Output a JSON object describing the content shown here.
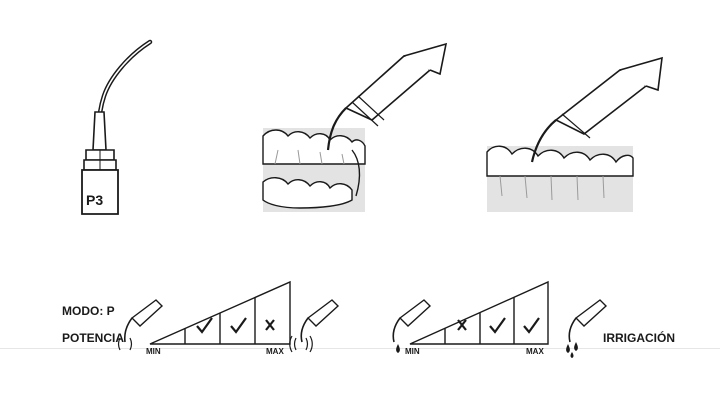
{
  "tip_label": "P3",
  "mode_label": "MODO: P",
  "power_label": "POTENCIA",
  "irrigation_label": "IRRIGACIÓN",
  "power_scale": {
    "min_label": "MIN",
    "max_label": "MAX",
    "segments": [
      "check",
      "check",
      "cross"
    ]
  },
  "irrigation_scale": {
    "min_label": "MIN",
    "max_label": "MAX",
    "segments": [
      "cross",
      "check",
      "check"
    ]
  },
  "colors": {
    "line": "#1a1a1a",
    "gum": "#e0e0e0",
    "tooth": "#ffffff"
  }
}
